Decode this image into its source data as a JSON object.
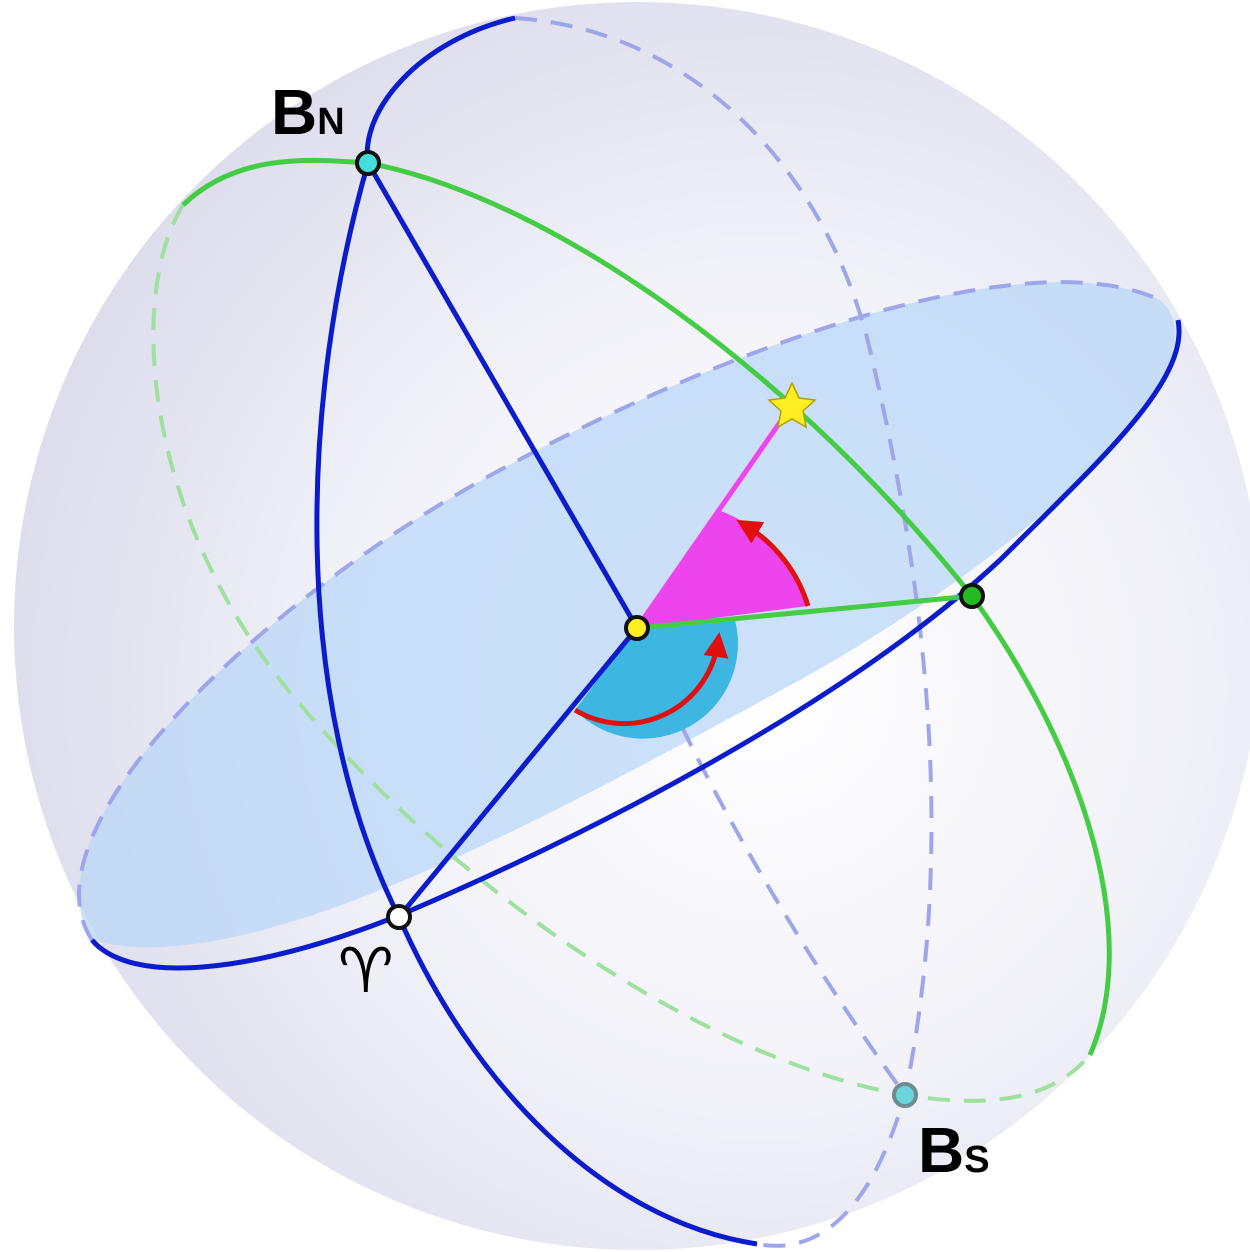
{
  "labels": {
    "north_pole": {
      "main": "B",
      "sub": "N"
    },
    "south_pole": {
      "main": "B",
      "sub": "S"
    },
    "vernal_equinox": "♈"
  },
  "colors": {
    "sphere_edge": "#dcdcec",
    "sphere_center": "#ffffff",
    "great_circle": "#0a1ccc",
    "ecliptic_circle": "#44cc44",
    "hidden_circle": "#9ea6ea",
    "hidden_ecliptic": "#9ee09e",
    "equatorial_plane": "#b9d6f6",
    "angle_longitude": "#ee44ee",
    "angle_declination": "#3db6e2",
    "angle_arrow": "#e01010",
    "star": "#ffee22",
    "center_point": "#ffee22",
    "node_point": "#22bb22",
    "pole_point": "#44dddd",
    "equinox_point": "#ffffff"
  }
}
